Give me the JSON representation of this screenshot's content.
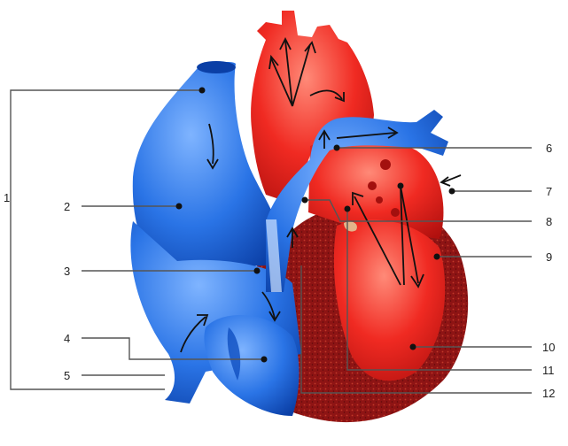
{
  "colors": {
    "venous": "#1a5fd6",
    "venous_light": "#6fa8ff",
    "arterial": "#e8201e",
    "arterial_light": "#ff7a6a",
    "muscle": "#8e1414",
    "background": "#ffffff"
  },
  "labels": {
    "l1": "1",
    "l2": "2",
    "l3": "3",
    "l4": "4",
    "l5": "5",
    "l6": "6",
    "l7": "7",
    "l8": "8",
    "l9": "9",
    "l10": "10",
    "l11": "11",
    "l12": "12"
  }
}
